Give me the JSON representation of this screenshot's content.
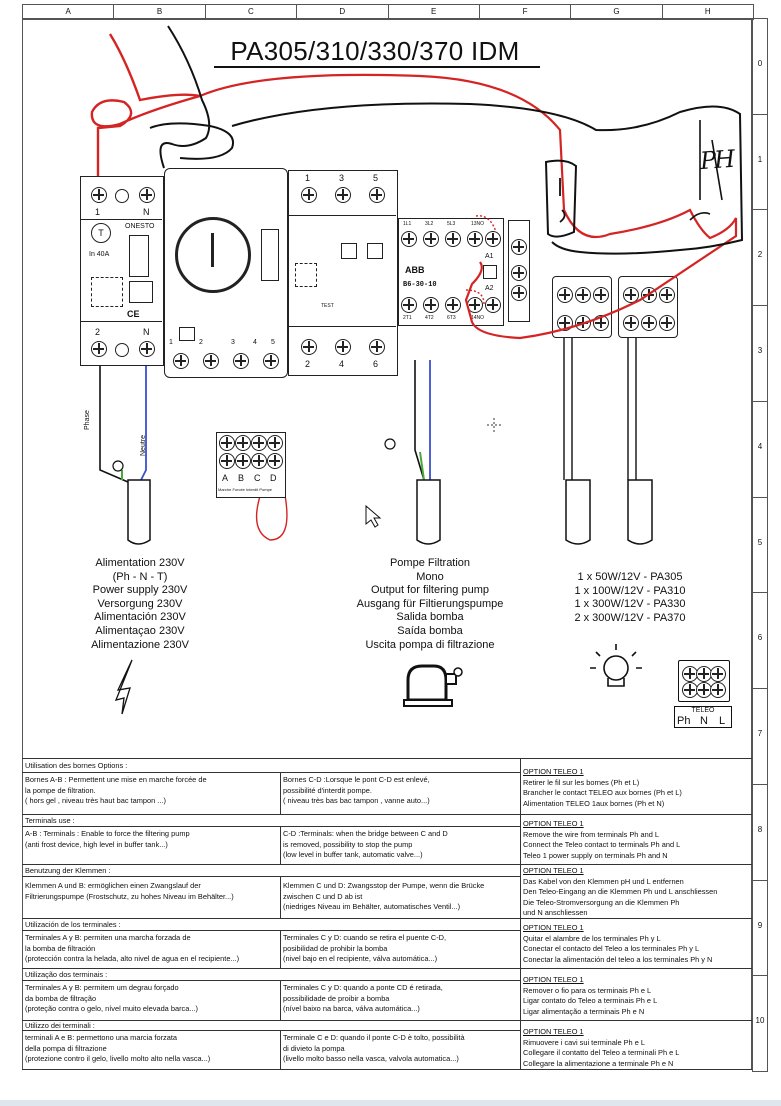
{
  "grid": {
    "columns": [
      "A",
      "B",
      "C",
      "D",
      "E",
      "F",
      "G",
      "H"
    ],
    "rows": [
      "0",
      "1",
      "2",
      "3",
      "4",
      "5",
      "6",
      "7",
      "8",
      "9",
      "10"
    ]
  },
  "title": "PA305/310/330/370 IDM",
  "breaker": {
    "top_labels": [
      "1",
      "N"
    ],
    "bottom_labels": [
      "2",
      "N"
    ],
    "brand": "ONESTO",
    "rating": "In 40A",
    "mark": "T"
  },
  "timer": {
    "labels": [
      "1",
      "2",
      "3",
      "4",
      "5"
    ]
  },
  "contactor_left": {
    "top_labels": [
      "1",
      "3",
      "5"
    ],
    "bottom_labels": [
      "2",
      "4",
      "6"
    ],
    "test": "TEST"
  },
  "contactor_abb": {
    "brand": "ABB",
    "model": "B6-30-10",
    "top_labels": [
      "1L1",
      "3L2",
      "5L3",
      "13NO"
    ],
    "bottom_labels": [
      "2T1",
      "4T2",
      "6T3",
      "14NO"
    ],
    "coil": [
      "A1",
      "A2"
    ]
  },
  "bridge": {
    "labels": [
      "A",
      "B",
      "C",
      "D"
    ],
    "footer": "Marche Forcée   Interdit   Pompe"
  },
  "wire_labels": {
    "phase": "Phase",
    "neutre": "Neutre"
  },
  "captions": {
    "power": [
      "Alimentation 230V",
      "(Ph - N - T)",
      "Power supply 230V",
      "Versorgung 230V",
      "Alimentación 230V",
      "Alimentaçao 230V",
      "Alimentazione 230V"
    ],
    "pump": [
      "Pompe Filtration",
      "Mono",
      "Output for filtering pump",
      "Ausgang für Filtierungspumpe",
      "Salida bomba",
      "Saída bomba",
      "Uscita pompa di filtrazione"
    ],
    "lights": [
      "1 x 50W/12V - PA305",
      "1 x 100W/12V - PA310",
      "1 x 300W/12V - PA330",
      "2 x 300W/12V - PA370"
    ]
  },
  "teleo": {
    "title": "TELEO",
    "labels": [
      "Ph",
      "N",
      "L"
    ]
  },
  "handwriting": {
    "ph": "PH"
  },
  "table": {
    "sections": [
      {
        "heading": "Utilisation des bornes Options :",
        "col1": [
          "Bornes A-B :  Permettent une mise en marche forcée de",
          "la pompe de filtration.",
          "( hors gel , niveau très haut bac tampon ...)"
        ],
        "col2": [
          "Bornes C-D :Lorsque le pont C-D est enlevé,",
          "possibilité d'interdit pompe.",
          "( niveau très bas bac tampon , vanne auto...)"
        ],
        "option_title": "OPTION TELEO 1",
        "option": [
          "Retirer le fil sur les bornes (Ph et L)",
          "Brancher le contact TELEO aux bornes (Ph et L)",
          "Alimentation TELEO 1aux bornes (Ph et N)"
        ]
      },
      {
        "heading": "Terminals use :",
        "col1": [
          "A-B : Terminals : Enable to force the filtering pump",
          "(anti frost device, high level in buffer tank...)"
        ],
        "col2": [
          "C-D :Terminals: when the bridge between C and D",
          "is removed, possibility to stop the pump",
          "(low level in buffer tank, automatic valve...)"
        ],
        "option_title": "OPTION TELEO 1",
        "option": [
          "Remove the wire from terminals Ph and L",
          "Connect the Teleo contact to terminals Ph and L",
          "Teleo 1 power supply on terminals Ph and N"
        ]
      },
      {
        "heading": "Benutzung der Klemmen :",
        "col1": [
          "Klemmen A und B: ermöglichen einen Zwangslauf der",
          "Filtrierungspumpe (Frostschutz, zu hohes Niveau im Behälter...)"
        ],
        "col2": [
          "Klemmen C und D: Zwangsstop der Pumpe, wenn die Brücke",
          "zwischen C und D ab ist",
          "(niedriges Niveau im Behälter, automatisches Ventil...)"
        ],
        "option_title": "OPTION TELEO 1",
        "option": [
          "Das Kabel von den Klemmen pH und L entfernen",
          "Den Teleo-Eingang an die Klemmen Ph und L anschliessen",
          "Die Teleo-Stromversorgung an die Klemmen Ph",
          "und N anschliessen"
        ]
      },
      {
        "heading": "Utilización de los terminales :",
        "col1": [
          "Terminales A y B: permiten una marcha forzada de",
          "la bomba de filtración",
          "(protección contra la helada, alto nivel de agua en el recipiente...)"
        ],
        "col2": [
          "Terminales C y D: cuando se retira el puente C-D,",
          "posibilidad de prohibir la bomba",
          "(nivel bajo en el recipiente, válva automática...)"
        ],
        "option_title": "OPTION TELEO 1",
        "option": [
          "Quitar el alambre de los terminales Ph y L",
          "Conectar el contacto del Teleo a los terminales Ph y L",
          "Conectar la alimentación del teleo a los terminales Ph y N"
        ]
      },
      {
        "heading": "Utilização dos terminais :",
        "col1": [
          "Terminales A y B: permitem um degrau forçado",
          "da bomba de filtração",
          "(proteção contra o gelo, nível muito elevada barca...)"
        ],
        "col2": [
          "Terminales C y D: quando a ponte CD é retirada,",
          "possibilidade de proibir a bomba",
          "(nível baixo na barca, válva automática...)"
        ],
        "option_title": "OPTION TELEO 1",
        "option": [
          "Remover o fio para os terminais Ph e L",
          "Ligar contato do Teleo a terminais Ph e L",
          "Ligar alimentação a terminais Ph e  N"
        ]
      },
      {
        "heading": "Utilizzo dei terminali :",
        "col1": [
          "terminali A e B: permettono una marcia forzata",
          "della pompa di filtrazione",
          "(protezione contro il gelo, livello molto alto nella vasca...)"
        ],
        "col2": [
          "Terminale C e D: quando il ponte C-D è tolto, possibilità",
          "di divieto la pompa",
          "(livello molto basso nella vasca, valvola automatica...)"
        ],
        "option_title": "OPTION TELEO 1",
        "option": [
          "Rimuovere i cavi sui terminale Ph e L",
          "Collegare il contatto del Teleo a terminali Ph e L",
          "Collegare la alimentazione a terminale Ph e N"
        ]
      }
    ]
  },
  "colors": {
    "red_wire": "#d42424",
    "blue_wire": "#3a4fd0",
    "green_wire": "#4aa83a",
    "ink": "#111111"
  }
}
